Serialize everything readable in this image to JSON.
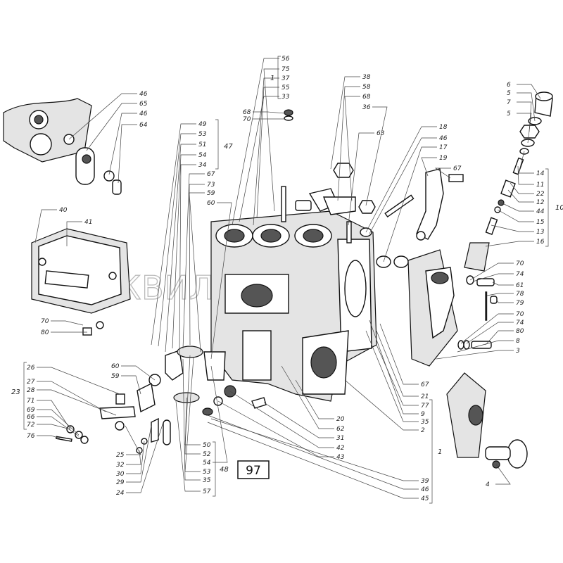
{
  "figure": {
    "page_number": "97",
    "watermark": "АКВИЛОНАВТО"
  },
  "callouts": [
    "56",
    "75",
    "37",
    "55",
    "33",
    "68",
    "70",
    "38",
    "58",
    "68",
    "36",
    "63",
    "46",
    "65",
    "46",
    "64",
    "40",
    "41",
    "49",
    "53",
    "51",
    "54",
    "34",
    "67",
    "73",
    "59",
    "60",
    "18",
    "46",
    "17",
    "19",
    "67",
    "6",
    "5",
    "7",
    "5",
    "14",
    "11",
    "22",
    "12",
    "44",
    "15",
    "13",
    "16",
    "70",
    "74",
    "61",
    "78",
    "79",
    "70",
    "74",
    "80",
    "8",
    "3",
    "67",
    "21",
    "77",
    "9",
    "35",
    "2",
    "20",
    "62",
    "31",
    "42",
    "43",
    "39",
    "46",
    "45",
    "4",
    "70",
    "80",
    "26",
    "27",
    "28",
    "71",
    "69",
    "66",
    "72",
    "76",
    "60",
    "59",
    "25",
    "32",
    "30",
    "29",
    "24",
    "50",
    "52",
    "54",
    "53",
    "35",
    "57"
  ],
  "groups": {
    "top_group": "1",
    "group_47": "47",
    "group_10": "10",
    "group_1_right": "1",
    "group_23": "23",
    "group_48": "48"
  }
}
